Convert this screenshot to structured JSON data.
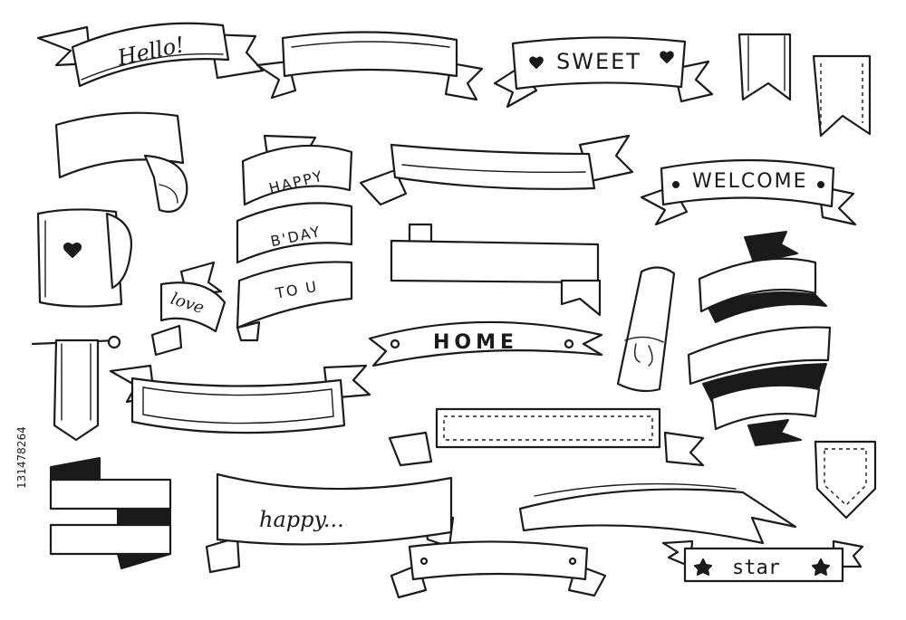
{
  "banners": {
    "hello": "Hello!",
    "sweet": "SWEET",
    "welcome": "WELCOME",
    "happy": "HAPPY",
    "bday": "B'DAY",
    "tou": "TO U",
    "love": "love",
    "home": "HOME",
    "happy_script": "happy...",
    "star": "star"
  },
  "stock_id": "131478264"
}
